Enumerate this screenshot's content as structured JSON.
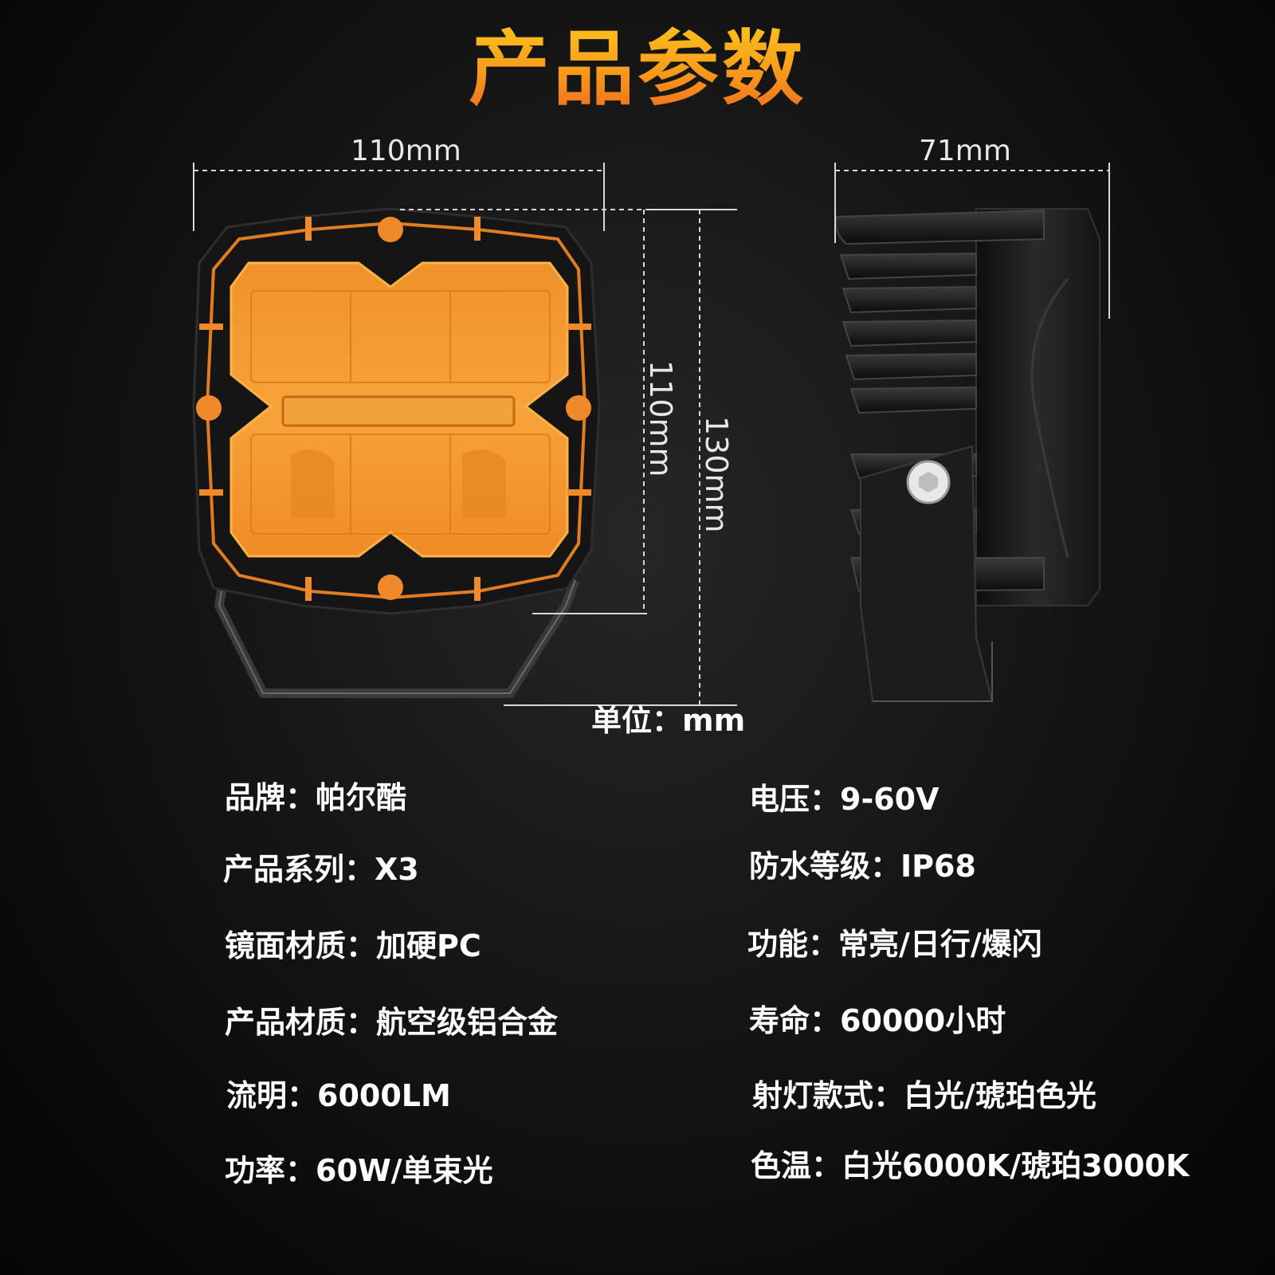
{
  "title": "产品参数",
  "dimensions": {
    "front_width": "110mm",
    "front_height": "110mm",
    "total_height": "130mm",
    "side_depth": "71mm",
    "unit_text": "单位：mm"
  },
  "specs_left": [
    "品牌：帕尔酷",
    "产品系列：X3",
    "镜面材质：加硬PC",
    "产品材质：航空级铝合金",
    "流明：6000LM",
    "功率：60W/单束光"
  ],
  "specs_right": [
    "电压：9-60V",
    "防水等级：IP68",
    "功能：常亮/日行/爆闪",
    "寿命：60000小时",
    "射灯款式：白光/琥珀色光",
    "色温：白光6000K/琥珀3000K"
  ],
  "colors": {
    "title_top": "#ffc21a",
    "title_bottom": "#ee6a1c",
    "amber_lens": "#f7a11f",
    "housing": "#1a1a1a",
    "accent_orange": "#f08a24"
  }
}
